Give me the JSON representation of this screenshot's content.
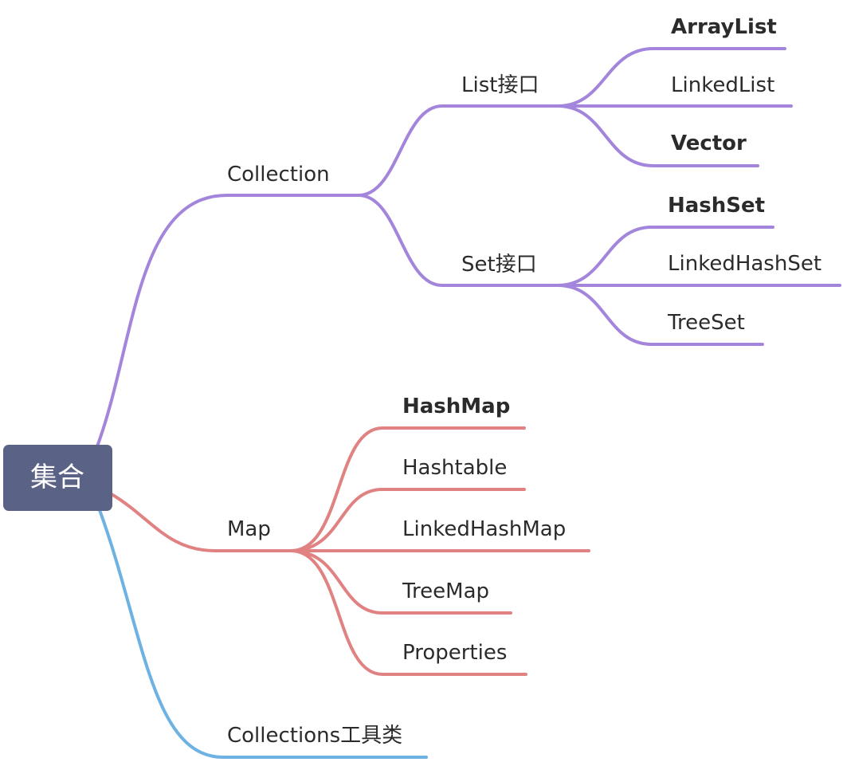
{
  "colors": {
    "root_fill": "#5a6286",
    "purple": "#a385dc",
    "red": "#e08282",
    "blue": "#6db2e3",
    "text": "#2b2b2b"
  },
  "root": {
    "label": "集合"
  },
  "collection": {
    "label": "Collection",
    "list": {
      "label": "List接口",
      "children": [
        {
          "label": "ArrayList",
          "bold": true
        },
        {
          "label": "LinkedList",
          "bold": false
        },
        {
          "label": "Vector",
          "bold": true
        }
      ]
    },
    "set": {
      "label": "Set接口",
      "children": [
        {
          "label": "HashSet",
          "bold": true
        },
        {
          "label": "LinkedHashSet",
          "bold": false
        },
        {
          "label": "TreeSet",
          "bold": false
        }
      ]
    }
  },
  "map": {
    "label": "Map",
    "children": [
      {
        "label": "HashMap",
        "bold": true
      },
      {
        "label": "Hashtable",
        "bold": false
      },
      {
        "label": "LinkedHashMap",
        "bold": false
      },
      {
        "label": "TreeMap",
        "bold": false
      },
      {
        "label": "Properties",
        "bold": false
      }
    ]
  },
  "collections_util": {
    "label": "Collections工具类"
  }
}
